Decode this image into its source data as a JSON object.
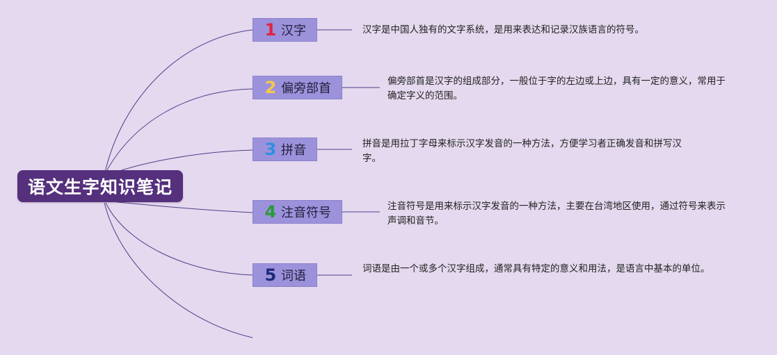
{
  "title": "语文生字知识笔记",
  "branches": [
    {
      "num": "1",
      "num_color": "#e0233f",
      "label": "汉字",
      "desc": "汉字是中国人独有的文字系统，是用来表达和记录汉族语言的符号。"
    },
    {
      "num": "2",
      "num_color": "#f2c94c",
      "label": "偏旁部首",
      "desc": "偏旁部首是汉字的组成部分，一般位于字的左边或上边，具有一定的意义，常用于确定字义的范围。"
    },
    {
      "num": "3",
      "num_color": "#2f8fe0",
      "label": "拼音",
      "desc": "拼音是用拉丁字母来标示汉字发音的一种方法，方便学习者正确发音和拼写汉字。"
    },
    {
      "num": "4",
      "num_color": "#2a9a3a",
      "label": "注音符号",
      "desc": "注音符号是用来标示汉字发音的一种方法，主要在台湾地区使用，通过符号来表示声调和音节。"
    },
    {
      "num": "5",
      "num_color": "#1c2a7a",
      "label": "词语",
      "desc": "词语是由一个或多个汉字组成，通常具有特定的意义和用法，是语言中基本的单位。"
    }
  ],
  "colors": {
    "background": "#e4d9ee",
    "root": "#55307d",
    "node": "#9c92db",
    "link": "#4a3f8a"
  }
}
